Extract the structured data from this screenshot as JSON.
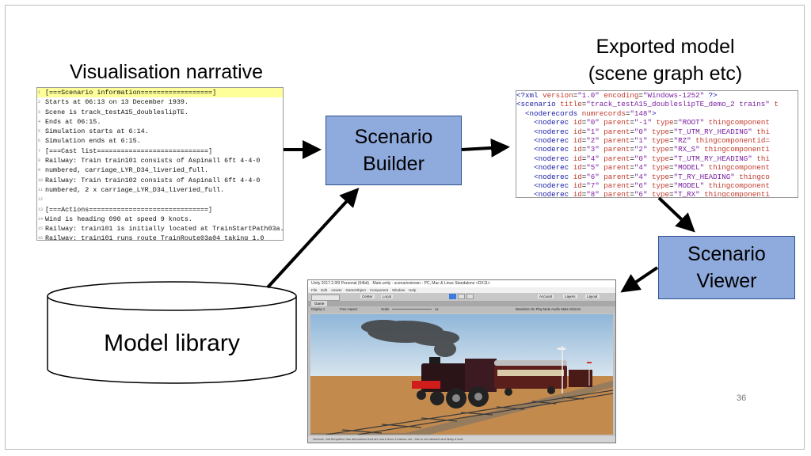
{
  "titles": {
    "narrative": "Visualisation narrative",
    "exported_line1": "Exported model",
    "exported_line2": "(scene graph etc)"
  },
  "narrative_lines": [
    "[===Scenario information==================]",
    "Starts at 06:13 on 13 December 1939.",
    "Scene is track_testA15_doubleslipTE.",
    "Ends at 06:15.",
    "Simulation starts at 6:14.",
    "Simulation ends at 6:15.",
    "[===Cast list============================]",
    "Railway: Train train101 consists of Aspinall 6ft 4-4-0",
    "numbered, carriage_LYR_D34_liveried_full.",
    "Railway: Train train102 consists of Aspinall 6ft 4-4-0",
    "numbered, 2 x carriage_LYR_D34_liveried_full.",
    "",
    "[===Actions==============================]",
    "Wind is heading 090 at speed 9 knots.",
    "Railway: train101 is initially located at TrainStartPath03a.",
    "Railway: train101 runs route TrainRoute03a04 taking 1.0"
  ],
  "xml": {
    "decl_version": "1.0",
    "decl_encoding": "Windows-1252",
    "scenario_title": "track_testA15_doubleslipTE_demo_2 trains",
    "numrecords": "148",
    "records": [
      {
        "id": "0",
        "parent": "-1",
        "type": "ROOT",
        "tail": "thingcomponent"
      },
      {
        "id": "1",
        "parent": "0",
        "type": "T_UTM_RY_HEADING",
        "tail": "thi"
      },
      {
        "id": "2",
        "parent": "1",
        "type": "RZ",
        "tail": "thingcomponentid="
      },
      {
        "id": "3",
        "parent": "2",
        "type": "RX_S",
        "tail": "thingcomponenti"
      },
      {
        "id": "4",
        "parent": "0",
        "type": "T_UTM_RY_HEADING",
        "tail": "thi"
      },
      {
        "id": "5",
        "parent": "4",
        "type": "MODEL",
        "tail": "thingcomponent"
      },
      {
        "id": "6",
        "parent": "4",
        "type": "T_RY_HEADING",
        "tail": "thingco"
      },
      {
        "id": "7",
        "parent": "6",
        "type": "MODEL",
        "tail": "thingcomponent"
      },
      {
        "id": "8",
        "parent": "6",
        "type": "T_RX",
        "tail": "thingcomponenti"
      }
    ]
  },
  "boxes": {
    "builder_line1": "Scenario",
    "builder_line2": "Builder",
    "viewer_line1": "Scenario",
    "viewer_line2": "Viewer",
    "library": "Model library",
    "fill_color": "#8faadc"
  },
  "unity": {
    "window_title": "Unity 2017.2.0f3 Personal (64bit) - Main.unity - scenarioviewer - PC, Mac & Linux Standalone <DX11>",
    "menu": [
      "File",
      "Edit",
      "Assets",
      "GameObject",
      "Component",
      "Window",
      "Help"
    ],
    "toolbar_center": "Center",
    "toolbar_local": "Local",
    "toolbar_account": "Account",
    "toolbar_layers": "Layers",
    "toolbar_layout": "Layout",
    "game_tab": "Game",
    "display": "Display 1",
    "aspect": "Free Aspect",
    "scale_label": "Scale",
    "scale_value": "1x",
    "game_options": "Maximize On Play  Mute Audio  Stats  Gizmos",
    "status": "Internal: JobTempAlloc has allocations that are more than 4 frames old - this is not allowed and likely a leak"
  },
  "page_number": "36"
}
